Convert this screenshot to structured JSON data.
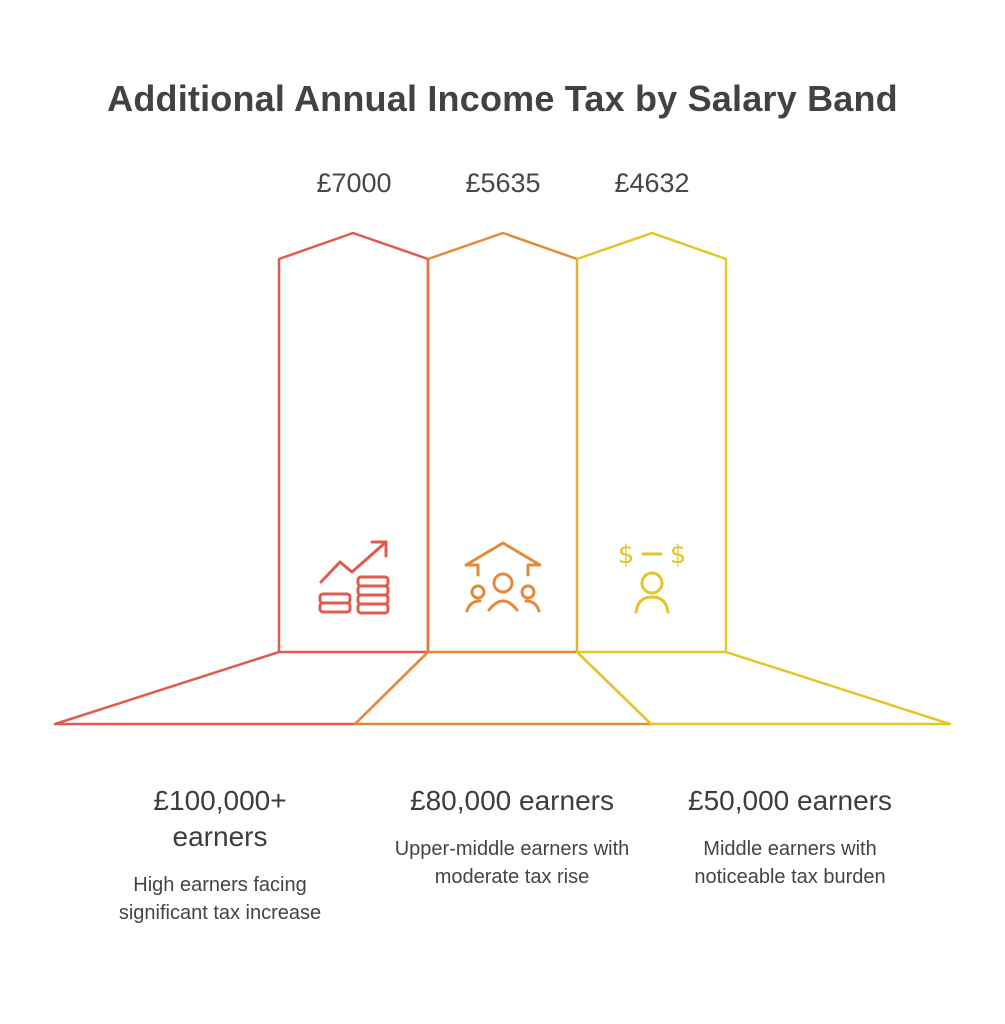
{
  "title": "Additional Annual Income Tax by Salary Band",
  "colors": {
    "red": "#e25a4f",
    "orange": "#e68a3a",
    "yellow": "#e3c72a"
  },
  "bands": [
    {
      "value": "£7000",
      "label": "£100,000+ earners",
      "description": "High earners facing significant tax increase",
      "icon": "money-growth-icon",
      "color": "#e25a4f"
    },
    {
      "value": "£5635",
      "label": "£80,000 earners",
      "description": "Upper-middle earners with moderate tax rise",
      "icon": "group-up-arrow-icon",
      "color": "#e68a3a"
    },
    {
      "value": "£4632",
      "label": "£50,000 earners",
      "description": "Middle earners with noticeable tax burden",
      "icon": "person-dollar-icon",
      "color": "#e3c72a"
    }
  ]
}
